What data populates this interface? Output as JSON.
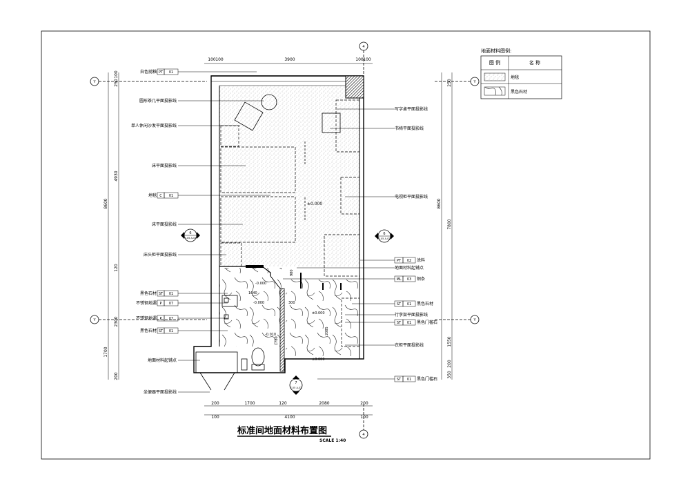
{
  "drawing": {
    "title": "标准间地面材料布置图",
    "scale": "SCALE 1:40",
    "grid_top": "4",
    "grid_bottom": "4",
    "grid_left_top": "Y",
    "grid_left_mid": "Y",
    "grid_right_top": "Y",
    "grid_right_mid": "Y"
  },
  "legend": {
    "title": "地面材料图例:",
    "col_symbol": "图 例",
    "col_name": "名    称",
    "rows": [
      {
        "name": "地毯"
      },
      {
        "name": "黑色石材"
      }
    ]
  },
  "dims": {
    "top": [
      "100",
      "100",
      "3900",
      "100",
      "100"
    ],
    "bottom_row1": [
      "200",
      "1700",
      "120",
      "2080",
      "200"
    ],
    "bottom_row2": [
      "100",
      "4100",
      "100"
    ],
    "left_inner": [
      "100",
      "250",
      "4930",
      "120",
      "2300",
      "200"
    ],
    "left_outer": [
      "8600",
      "1700"
    ],
    "right_inner": [
      "250",
      "7800",
      "1550",
      "200",
      "350"
    ],
    "right_outer": [
      "8600"
    ]
  },
  "left_labels": [
    {
      "text": "白色抛釉",
      "tag": "PT",
      "code": "01"
    },
    {
      "text": "圆形茶几平面投影线"
    },
    {
      "text": "单人休闲沙发平面投影线"
    },
    {
      "text": "床平面投影线"
    },
    {
      "text": "地毯",
      "tag": "C",
      "code": "01"
    },
    {
      "text": "床平面投影线"
    },
    {
      "text": "床头柜平面投影线"
    },
    {
      "text": "黑色石材",
      "tag": "ST",
      "code": "01"
    },
    {
      "text": "不锈钢地漏",
      "tag": "P",
      "code": "07"
    },
    {
      "text": "不锈钢地漏",
      "tag": "P",
      "code": "07"
    },
    {
      "text": "黑色石材",
      "tag": "ST",
      "code": "01"
    },
    {
      "text": "地面材料起铺点"
    },
    {
      "text": "坐便器平面投影线"
    }
  ],
  "right_labels": [
    {
      "text": "写字桌平面投影线"
    },
    {
      "text": "书椅平面投影线"
    },
    {
      "text": "电视柜平面投影线"
    },
    {
      "text": "涂料",
      "tag": "PT",
      "code": "02"
    },
    {
      "text": "地面材料起铺点"
    },
    {
      "text": "铜条",
      "tag": "ML",
      "code": "03"
    },
    {
      "text": "黑色石材",
      "tag": "ST",
      "code": "01"
    },
    {
      "text": "行李架平面投影线"
    },
    {
      "text": "黑色门槛石",
      "tag": "ST",
      "code": "01"
    },
    {
      "text": "衣柜平面投影线"
    },
    {
      "text": "黑色门槛石",
      "tag": "ST",
      "code": "01"
    }
  ],
  "plan_notes": {
    "level_room": "±0.000",
    "level_bath1": "-0.000",
    "level_bath2": "±0.000",
    "level_bath3": "-0.010",
    "level_bath4": "±0.000",
    "level_bath5": "-0.000",
    "dim_1640": "1640",
    "dim_300": "300",
    "dim_980": "980",
    "dim_2085": "2085",
    "dim_1780": "1780"
  },
  "section_marks": [
    {
      "num": "6",
      "ref": "E-05 A-03"
    },
    {
      "num": "6",
      "ref": "E-05 A-02"
    },
    {
      "num": "7",
      "ref": "E-05 A-02"
    }
  ]
}
